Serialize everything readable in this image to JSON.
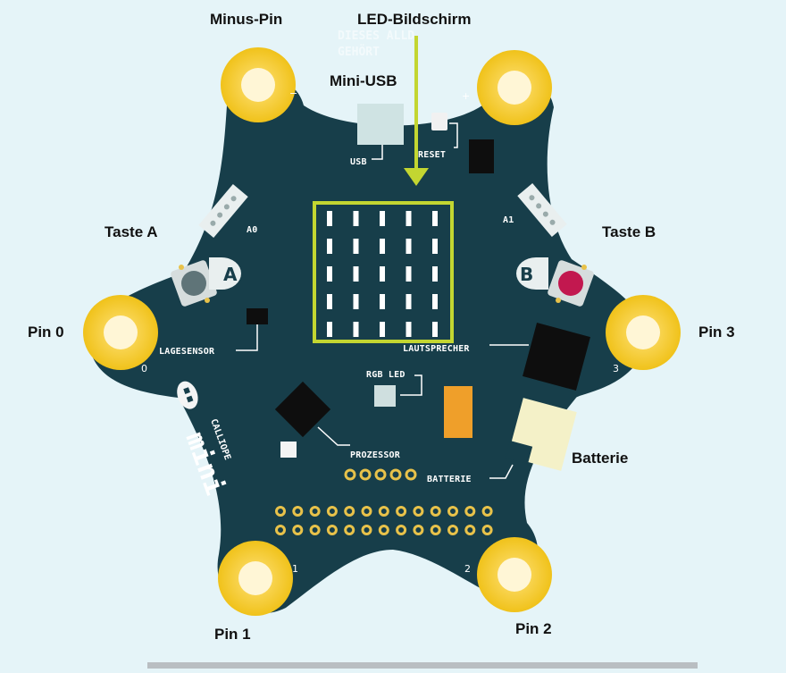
{
  "labels": {
    "minus_pin": "Minus-Pin",
    "led_screen": "LED-Bildschirm",
    "mini_usb": "Mini-USB",
    "button_a": "Taste A",
    "button_b": "Taste B",
    "pin0": "Pin 0",
    "pin1": "Pin 1",
    "pin2": "Pin 2",
    "pin3": "Pin 3",
    "battery": "Batterie"
  },
  "silkscreen": {
    "usb": "USB",
    "reset": "RESET",
    "a0": "A0",
    "a1": "A1",
    "button_a_letter": "A",
    "button_b_letter": "B",
    "position_sensor": "LAGESENSOR",
    "speaker": "LAUTSPRECHER",
    "rgb_led": "RGB LED",
    "processor": "PROZESSOR",
    "battery": "BATTERIE",
    "minus": "−",
    "plus": "+",
    "pin0_num": "0",
    "pin1_num": "1",
    "pin2_num": "2",
    "pin3_num": "3",
    "brand": "CALLIOPE",
    "brand_sub": "mini",
    "faded_line1": "DIESES ALLD",
    "faded_line2": "GEHÖRT"
  },
  "colors": {
    "board": "#173e4a",
    "pin_gold": "#f3c81f",
    "pin_hole": "#fff6d6",
    "highlight_frame": "#c3d631",
    "led": "#ffffff",
    "button_b_cap": "#c2184f",
    "button_a_cap": "#5f7478",
    "usb_port": "#cfe3e3",
    "battery_connector": "#f4f1c8",
    "rgb_chip": "#ef9f2a",
    "background": "#e5f4f8"
  }
}
